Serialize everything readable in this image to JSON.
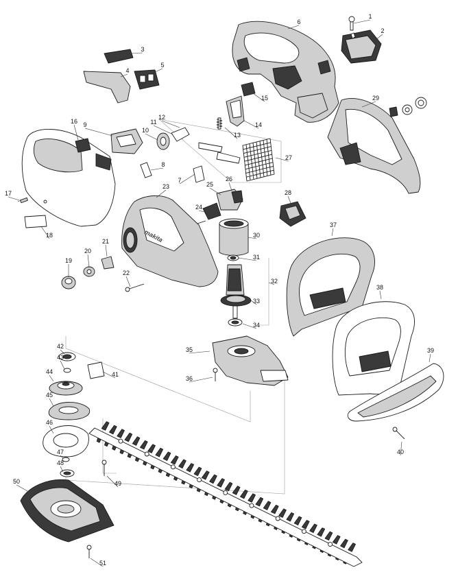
{
  "brand_text": "makita",
  "colors": {
    "line": "#1a1a1a",
    "light": "#ffffff",
    "mid": "#cfcfcf",
    "dark": "#3a3a3a",
    "label": "#111111"
  },
  "parts": [
    {
      "no": "1"
    },
    {
      "no": "2"
    },
    {
      "no": "3"
    },
    {
      "no": "4"
    },
    {
      "no": "5"
    },
    {
      "no": "6"
    },
    {
      "no": "7"
    },
    {
      "no": "8"
    },
    {
      "no": "9"
    },
    {
      "no": "10"
    },
    {
      "no": "11"
    },
    {
      "no": "12"
    },
    {
      "no": "13"
    },
    {
      "no": "14"
    },
    {
      "no": "15"
    },
    {
      "no": "16"
    },
    {
      "no": "17"
    },
    {
      "no": "18"
    },
    {
      "no": "19"
    },
    {
      "no": "20"
    },
    {
      "no": "21"
    },
    {
      "no": "22"
    },
    {
      "no": "23"
    },
    {
      "no": "24"
    },
    {
      "no": "25"
    },
    {
      "no": "26"
    },
    {
      "no": "27"
    },
    {
      "no": "28"
    },
    {
      "no": "29"
    },
    {
      "no": "30"
    },
    {
      "no": "31"
    },
    {
      "no": "32"
    },
    {
      "no": "33"
    },
    {
      "no": "34"
    },
    {
      "no": "35"
    },
    {
      "no": "36"
    },
    {
      "no": "37"
    },
    {
      "no": "38"
    },
    {
      "no": "39"
    },
    {
      "no": "40"
    },
    {
      "no": "41"
    },
    {
      "no": "42"
    },
    {
      "no": "43"
    },
    {
      "no": "44"
    },
    {
      "no": "45"
    },
    {
      "no": "46"
    },
    {
      "no": "47"
    },
    {
      "no": "48"
    },
    {
      "no": "49"
    },
    {
      "no": "50"
    },
    {
      "no": "51"
    }
  ]
}
